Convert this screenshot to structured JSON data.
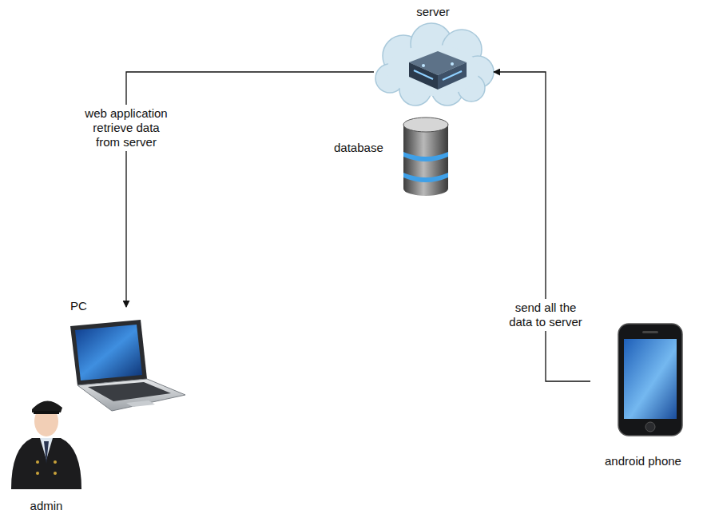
{
  "diagram": {
    "nodes": [
      {
        "text": [
          "server"
        ]
      },
      {
        "text": [
          "database"
        ]
      },
      {
        "text": [
          "PC"
        ]
      },
      {
        "text": [
          "android phone"
        ]
      },
      {
        "text": [
          "admin"
        ]
      }
    ],
    "edges": [
      {
        "from": 0,
        "to": 2,
        "arrow": "to",
        "label": "web application retrieve data from server"
      },
      {
        "from": 3,
        "to": 0,
        "arrow": "to",
        "label": "send all the data to server"
      }
    ]
  }
}
